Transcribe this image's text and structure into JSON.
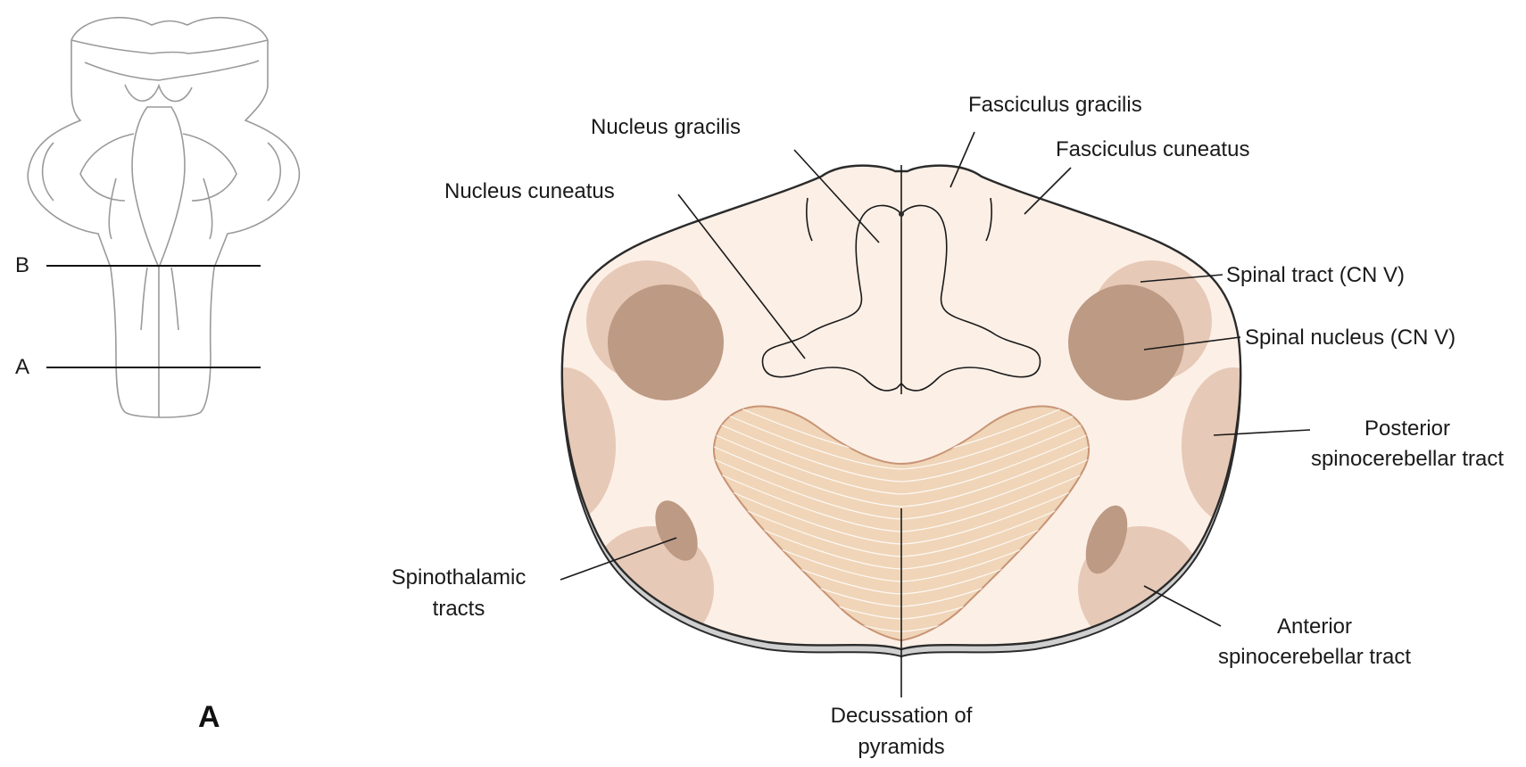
{
  "panel_letter": "A",
  "brainstem_levels": [
    {
      "id": "B",
      "label": "B"
    },
    {
      "id": "A",
      "label": "A"
    }
  ],
  "labels": {
    "nucleus_gracilis": [
      "Nucleus gracilis"
    ],
    "fasciculus_gracilis": [
      "Fasciculus gracilis"
    ],
    "fasciculus_cuneatus": [
      "Fasciculus cuneatus"
    ],
    "nucleus_cuneatus": [
      "Nucleus cuneatus"
    ],
    "spinal_tract": [
      "Spinal tract (CN V)"
    ],
    "spinal_nucleus": [
      "Spinal nucleus (CN V)"
    ],
    "posterior_spinocerebellar": [
      "Posterior",
      "spinocerebellar tract"
    ],
    "spinothalamic": [
      "Spinothalamic",
      "tracts"
    ],
    "anterior_spinocerebellar": [
      "Anterior",
      "spinocerebellar tract"
    ],
    "decussation": [
      "Decussation of",
      "pyramids"
    ]
  },
  "colors": {
    "section_fill": "#fcefe6",
    "nucleus_fill": "#bd9a84",
    "tract_fill": "#e5c6b3",
    "pyramid_fill": "#f0d5b8",
    "pyramid_stroke": "#c89474",
    "outline": "#2b2b2b",
    "pia": "#cfcfcf"
  }
}
